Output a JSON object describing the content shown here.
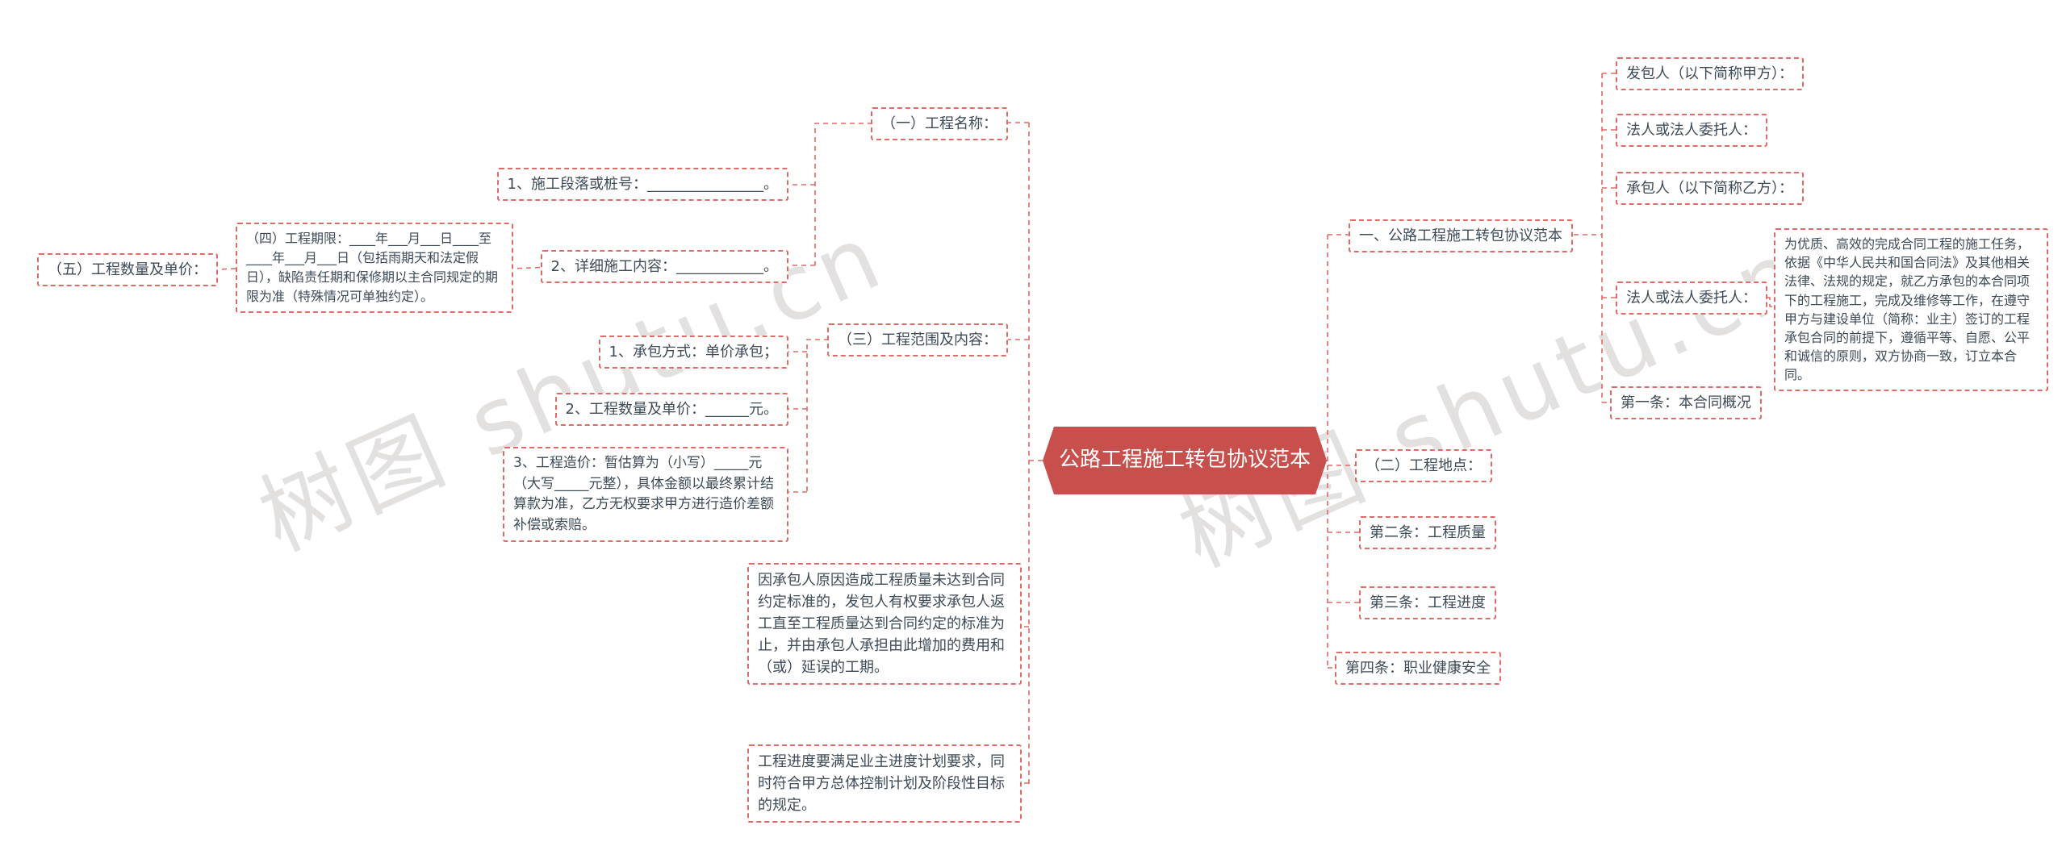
{
  "colors": {
    "accent": "#dd6b66",
    "center_bg": "#c8504c",
    "center_text": "#ffffff",
    "text": "#3d4a57"
  },
  "watermark": {
    "text": "树图 shutu.cn"
  },
  "center": {
    "label": "公路工程施工转包协议范本"
  },
  "left_branch": {
    "project_name": "（一）工程名称：",
    "section_pile": "1、施工段落或桩号：________________。",
    "detail_content": "2、详细施工内容：____________。",
    "scope": "（三）工程范围及内容：",
    "contract_mode": "1、承包方式：单价承包；",
    "quantity_price": "2、工程数量及单价：______元。",
    "project_cost": "3、工程造价：暂估算为（小写）_____元（大写_____元整），具体金额以最终累计结算款为准，乙方无权要求甲方进行造价差额补偿或索赔。",
    "duration": "（四）工程期限：____年___月___日____至____年___月___日（包括雨期天和法定假日），缺陷责任期和保修期以主合同规定的期限为准（特殊情况可单独约定）。",
    "quantity_unit": "（五）工程数量及单价：",
    "quality_clause": "因承包人原因造成工程质量未达到合同约定标准的，发包人有权要求承包人返工直至工程质量达到合同约定的标准为止，并由承包人承担由此增加的费用和（或）延误的工期。",
    "progress_clause": "工程进度要满足业主进度计划要求，同时符合甲方总体控制计划及阶段性目标的规定。"
  },
  "right_branch": {
    "main_title": "一、公路工程施工转包协议范本",
    "party_a": "发包人（以下简称甲方）：",
    "party_a_legal": "法人或法人委托人：",
    "party_b": "承包人（以下简称乙方）：",
    "party_b_legal": "法人或法人委托人：",
    "preamble": "为优质、高效的完成合同工程的施工任务，依据《中华人民共和国合同法》及其他相关法律、法规的规定，就乙方承包的本合同项下的工程施工，完成及维修等工作，在遵守甲方与建设单位（简称：业主）签订的工程承包合同的前提下，遵循平等、自愿、公平和诚信的原则，双方协商一致，订立本合同。",
    "article_overview": "第一条：本合同概况",
    "location": "（二）工程地点：",
    "article_quality": "第二条：工程质量",
    "article_progress": "第三条：工程进度",
    "article_safety": "第四条：职业健康安全"
  }
}
